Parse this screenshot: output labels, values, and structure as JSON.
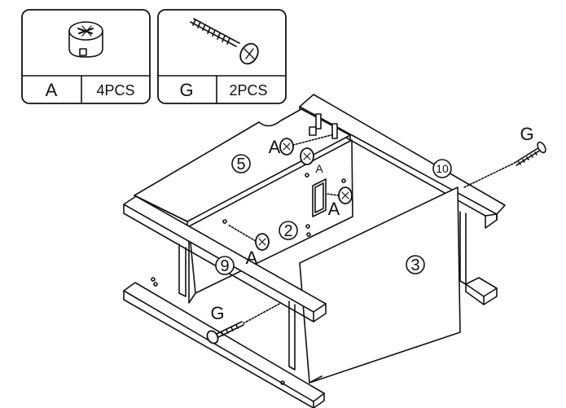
{
  "parts": [
    {
      "letter": "A",
      "qty": "4PCS",
      "icon": "cam-lock-icon"
    },
    {
      "letter": "G",
      "qty": "2PCS",
      "icon": "screw-icon"
    }
  ],
  "callouts": {
    "a1": "A",
    "a2": "A",
    "a3": "A",
    "a4": "A",
    "g1": "G",
    "g2": "G"
  },
  "panels": {
    "p5": "5",
    "p2": "2",
    "p3": "3",
    "p9": "9",
    "p10": "10"
  }
}
